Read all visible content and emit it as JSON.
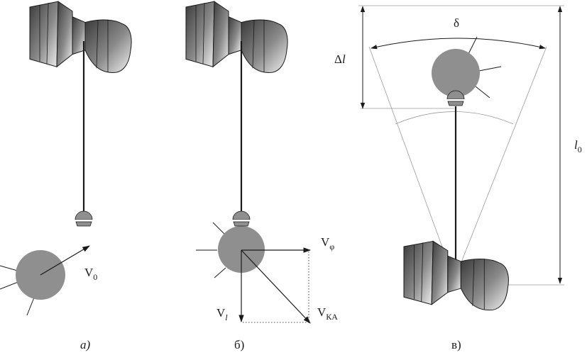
{
  "panels": {
    "a": {
      "caption": "а)",
      "velocity_label": "V",
      "velocity_sub": "0"
    },
    "b": {
      "caption": "б)",
      "v_phi_label": "V",
      "v_phi_sub": "φ",
      "v_l_label": "V",
      "v_l_sub": "l",
      "v_ka_label": "V",
      "v_ka_sub": "КА"
    },
    "c": {
      "caption": "в)",
      "delta_label": "δ",
      "delta_l_prefix": "Δ",
      "delta_l_var": "l",
      "l0_var": "l",
      "l0_sub": "0"
    }
  },
  "colors": {
    "ink": "#1a1a1a",
    "probe_fill": "#8f8f8f",
    "construction_line": "#9a9a9a"
  },
  "icons": [
    "spacecraft-icon",
    "probe-capsule-icon",
    "docking-cap-icon"
  ]
}
